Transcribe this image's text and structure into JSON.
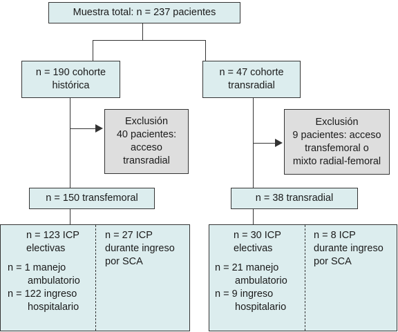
{
  "top": {
    "label": "Muestra total: n = 237 pacientes"
  },
  "historical": {
    "cohort": [
      "n = 190 cohorte",
      "histórica"
    ],
    "exclusion": [
      "Exclusión",
      "40 pacientes:",
      "acceso",
      "transradial"
    ],
    "group": "n = 150 transfemoral",
    "electivas": {
      "title": [
        "n = 123 ICP",
        "electivas"
      ],
      "sub": [
        [
          "n = 1 manejo",
          "ambulatorio"
        ],
        [
          "n = 122 ingreso",
          "hospitalario"
        ]
      ]
    },
    "ingreso": [
      "n = 27 ICP",
      "durante ingreso",
      "por SCA"
    ]
  },
  "radial": {
    "cohort": [
      "n = 47 cohorte",
      "transradial"
    ],
    "exclusion": [
      "Exclusión",
      "9 pacientes: acceso",
      "transfemoral o",
      "mixto radial-femoral"
    ],
    "group": "n = 38 transradial",
    "electivas": {
      "title": [
        "n = 30 ICP",
        "electivas"
      ],
      "sub": [
        [
          "n = 21 manejo",
          "ambulatorio"
        ],
        [
          "n = 9 ingreso",
          "hospitalario"
        ]
      ]
    },
    "ingreso": [
      "n = 8 ICP",
      "durante ingreso",
      "por SCA"
    ]
  },
  "colors": {
    "teal": "#dcedee",
    "gray": "#dedede",
    "line": "#333333"
  }
}
